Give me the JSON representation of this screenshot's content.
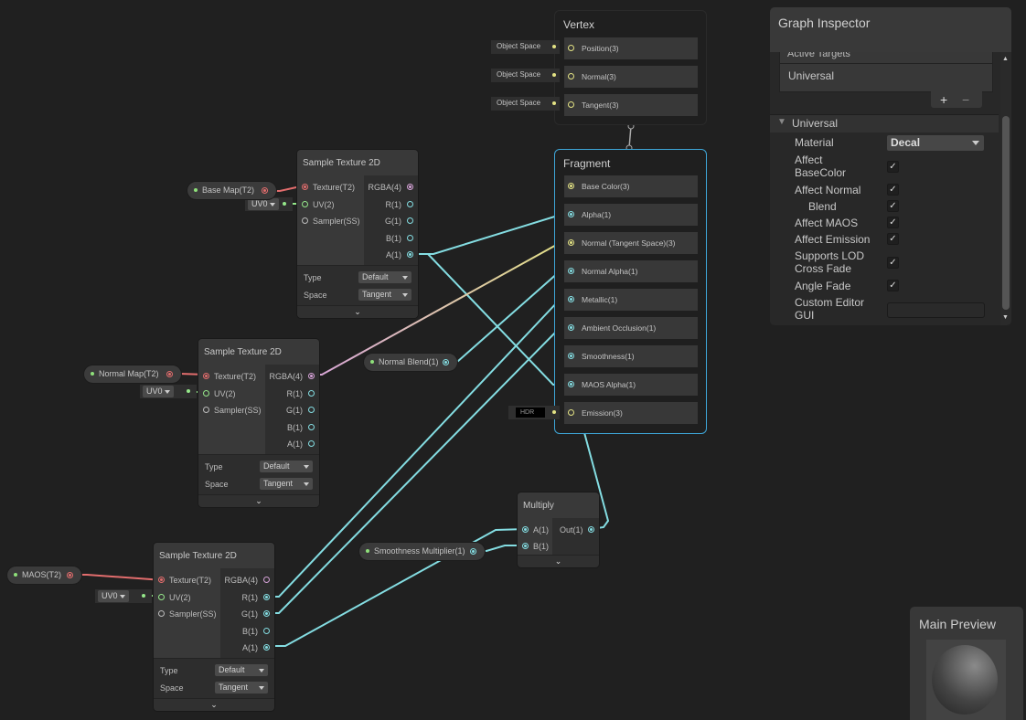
{
  "vertex": {
    "title": "Vertex",
    "ports": [
      "Position(3)",
      "Normal(3)",
      "Tangent(3)"
    ],
    "space_inputs": [
      "Object Space",
      "Object Space",
      "Object Space"
    ]
  },
  "fragment": {
    "title": "Fragment",
    "ports": [
      "Base Color(3)",
      "Alpha(1)",
      "Normal (Tangent Space)(3)",
      "Normal Alpha(1)",
      "Metallic(1)",
      "Ambient Occlusion(1)",
      "Smoothness(1)",
      "MAOS Alpha(1)",
      "Emission(3)"
    ],
    "hdr_label": "HDR"
  },
  "sample_nodes": [
    {
      "title": "Sample Texture 2D",
      "inputs": [
        "Texture(T2)",
        "UV(2)",
        "Sampler(SS)"
      ],
      "outputs": [
        "RGBA(4)",
        "R(1)",
        "G(1)",
        "B(1)",
        "A(1)"
      ],
      "type_label": "Type",
      "type_value": "Default",
      "space_label": "Space",
      "space_value": "Tangent",
      "uv_value": "UV0",
      "expand": "⌄"
    },
    {
      "title": "Sample Texture 2D",
      "inputs": [
        "Texture(T2)",
        "UV(2)",
        "Sampler(SS)"
      ],
      "outputs": [
        "RGBA(4)",
        "R(1)",
        "G(1)",
        "B(1)",
        "A(1)"
      ],
      "type_label": "Type",
      "type_value": "Default",
      "space_label": "Space",
      "space_value": "Tangent",
      "uv_value": "UV0",
      "expand": "⌄"
    },
    {
      "title": "Sample Texture 2D",
      "inputs": [
        "Texture(T2)",
        "UV(2)",
        "Sampler(SS)"
      ],
      "outputs": [
        "RGBA(4)",
        "R(1)",
        "G(1)",
        "B(1)",
        "A(1)"
      ],
      "type_label": "Type",
      "type_value": "Default",
      "space_label": "Space",
      "space_value": "Tangent",
      "uv_value": "UV0",
      "expand": "⌄"
    }
  ],
  "multiply": {
    "title": "Multiply",
    "inputs": [
      "A(1)",
      "B(1)"
    ],
    "output": "Out(1)",
    "expand": "⌄"
  },
  "properties": [
    "Base Map(T2)",
    "Normal Map(T2)",
    "Normal Blend(1)",
    "Smoothness Multiplier(1)",
    "MAOS(T2)"
  ],
  "inspector": {
    "title": "Graph Inspector",
    "active_targets_label": "Active Targets",
    "targets": [
      "Universal"
    ],
    "add_label": "+",
    "remove_label": "−",
    "section": "Universal",
    "material_label": "Material",
    "material_value": "Decal",
    "checks": [
      {
        "label": "Affect BaseColor",
        "checked": true
      },
      {
        "label": "Affect Normal",
        "checked": true
      },
      {
        "label": "Blend",
        "checked": true
      },
      {
        "label": "Affect MAOS",
        "checked": true
      },
      {
        "label": "Affect Emission",
        "checked": true
      },
      {
        "label": "Supports LOD Cross Fade",
        "checked": true
      },
      {
        "label": "Angle Fade",
        "checked": true
      }
    ],
    "custom_editor_label": "Custom Editor GUI",
    "custom_editor_value": "",
    "check_mark": "✓"
  },
  "preview": {
    "title": "Main Preview"
  },
  "colors": {
    "texture": "#e26d6d",
    "vector4": "#d6a3d8",
    "vector3": "#e4e384",
    "vector2": "#95e88a",
    "vector1": "#84dde2",
    "selection": "#3ea6d8"
  }
}
